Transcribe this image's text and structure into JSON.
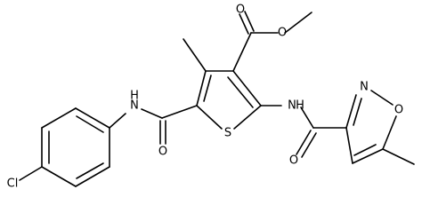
{
  "molecule": {
    "atoms": {
      "ester_o_carbonyl": "O",
      "ester_o_ether": "O",
      "amide_left_n": "N",
      "amide_left_h": "H",
      "amide_left_o": "O",
      "thiophene_s": "S",
      "amide_right_n": "N",
      "amide_right_h": "H",
      "amide_right_o": "O",
      "isoxazole_n": "N",
      "isoxazole_o": "O",
      "chloro": "Cl"
    }
  }
}
